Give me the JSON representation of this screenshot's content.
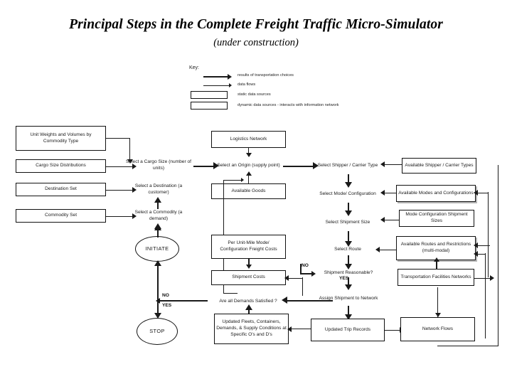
{
  "title": {
    "main": "Principal Steps in the Complete Freight Traffic Micro-Simulator",
    "sub": "(under construction)"
  },
  "key": {
    "label": "Key:",
    "entries": [
      {
        "symbol": "thick-arrow",
        "label": "results of transportation choices"
      },
      {
        "symbol": "thin-arrow",
        "label": "data flows"
      },
      {
        "symbol": "thin-box",
        "label": "static data sources"
      },
      {
        "symbol": "thick-box",
        "label": "dynamic data sources - interacts with information network"
      }
    ]
  },
  "nodes": {
    "unit_weights": "Unit Weights and Volumes by Commodity Type",
    "cargo_size_dist": "Cargo Size Distributions",
    "destination_set": "Destination Set",
    "commodity_set": "Commodity Set",
    "select_cargo_size": "Select a Cargo Size (number of units)",
    "select_destination": "Select a Destination (a customer)",
    "select_commodity": "Select a Commodity (a demand)",
    "initiate": "INITIATE",
    "stop": "STOP",
    "logistics_network": "Logistics Network",
    "select_origin": "Select an Origin (supply point)",
    "available_goods": "Available Goods",
    "per_unit_mile": "Per Unit-Mile Mode/ Configuration Freight Costs",
    "shipment_costs": "Shipment Costs",
    "are_all_demands": "Are all Demands Satisfied ?",
    "updated_fleets": "Updated Fleets, Containers, Demands, & Supply Conditions at Specific O's and D's",
    "select_shipper": "Select Shipper / Carrier Type",
    "select_mode": "Select Mode/ Configuration",
    "select_shipment_size": "Select Shipment Size",
    "select_route": "Select Route",
    "shipment_reasonable": "Shipment Reasonable?",
    "assign_shipment": "Assign Shipment to Network",
    "updated_trip_records": "Updated Trip Records",
    "available_shipper_types": "Available Shipper / Carrier Types",
    "available_modes": "Available Modes and Configurations",
    "mode_config_sizes": "Mode Configuration Shipment Sizes",
    "available_routes": "Available Routes and Restrictions (multi-modal)",
    "transport_facilities": "Transportation Facilities Networks",
    "network_flows": "Network Flows"
  },
  "flags": {
    "demands_no": "NO",
    "demands_yes": "YES",
    "reasonable_no": "NO",
    "reasonable_yes": "YES"
  },
  "colors": {
    "ink": "#1a1a1a",
    "background": "#ffffff"
  }
}
